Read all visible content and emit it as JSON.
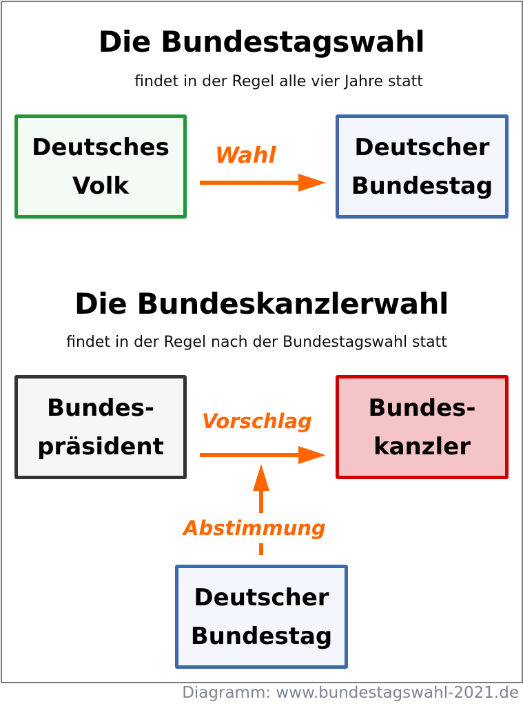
{
  "section1": {
    "title": "Die Bundestagswahl",
    "subtitle": "findet in der Regel alle vier Jahre statt",
    "source_box": {
      "lines": [
        "Deutsches",
        "Volk"
      ],
      "border": "#1a9a3a",
      "fill": "#f3fbf4"
    },
    "target_box": {
      "lines": [
        "Deutscher",
        "Bundestag"
      ],
      "border": "#3d6aa8",
      "fill": "#f3f6fc"
    },
    "arrow_label": "Wahl"
  },
  "section2": {
    "title": "Die Bundeskanzlerwahl",
    "subtitle": "findet in der Regel nach der Bundestagswahl statt",
    "source_box": {
      "lines": [
        "Bundes-",
        "präsident"
      ],
      "border": "#333333",
      "fill": "#f6f6f6"
    },
    "target_box": {
      "lines": [
        "Bundes-",
        "kanzler"
      ],
      "border": "#cc0000",
      "fill": "#f5c4c6"
    },
    "bottom_box": {
      "lines": [
        "Deutscher",
        "Bundestag"
      ],
      "border": "#3d6aa8",
      "fill": "#f3f6fc"
    },
    "arrow_label_horizontal": "Vorschlag",
    "arrow_label_vertical": "Abstimmung"
  },
  "colors": {
    "arrow": "#ff6600",
    "frame": "#7a7a7a",
    "credit": "#7d8593"
  },
  "credit": "Diagramm: www.bundestagswahl-2021.de"
}
